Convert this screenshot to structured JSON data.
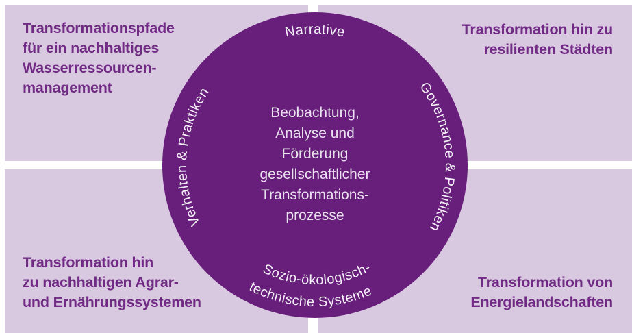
{
  "colors": {
    "background": "#ffffff",
    "quadrant_bg": "#d8c8e0",
    "circle_fill": "#681f7b",
    "quadrant_text": "#712b85",
    "circle_text": "#e9e1ee",
    "ring_label_text": "#f3eff6"
  },
  "quadrants": {
    "top_left": {
      "lines": [
        "Transformationspfade",
        "für ein nachhaltiges",
        "Wasserressourcen-",
        "management"
      ]
    },
    "top_right": {
      "lines": [
        "Transformation hin zu",
        "resilienten Städten"
      ]
    },
    "bottom_left": {
      "lines": [
        "Transformation hin",
        "zu nachhaltigen Agrar-",
        "und Ernährungssystemen"
      ]
    },
    "bottom_right": {
      "lines": [
        "Transformation von",
        "Energielandschaften"
      ]
    }
  },
  "circle": {
    "center_lines": [
      "Beobachtung,",
      "Analyse und",
      "Förderung",
      "gesellschaftlicher",
      "Transformations-",
      "prozesse"
    ],
    "ring_labels": {
      "top": "Narrative",
      "right": "Governance & Politiken",
      "bottom_line1": "Sozio-ökologisch-",
      "bottom_line2": "technische Systeme",
      "left": "Verhalten & Praktiken"
    }
  }
}
